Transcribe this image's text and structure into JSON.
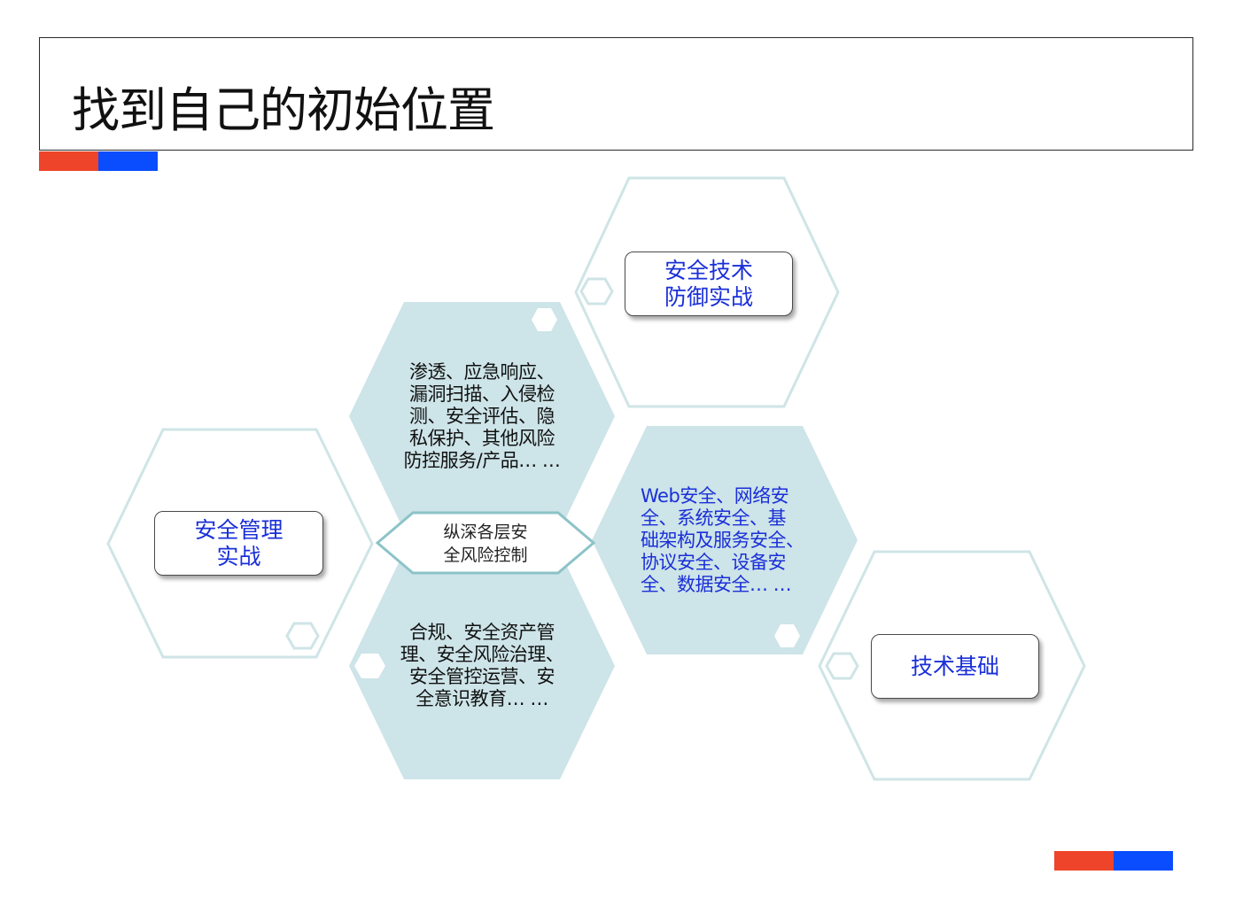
{
  "slide": {
    "title": "找到自己的初始位置"
  },
  "colors": {
    "accent_red": "#ee4429",
    "accent_blue": "#0a4dff",
    "hex_fill": "#cde4e8",
    "hex_outline": "#cfe4e6",
    "label_text": "#1a2fd8"
  },
  "diagram": {
    "label_tech_defense": "安全技术\n防御实战",
    "label_mgmt": "安全管理\n实战",
    "label_tech_base": "技术基础",
    "center_label": "纵深各层安\n全风险控制",
    "top_hex_text": "渗透、应急响应、\n漏洞扫描、入侵检\n测、安全评估、隐\n私保护、其他风险\n防控服务/产品… …",
    "bottom_hex_text": "合规、安全资产管\n理、安全风险治理、\n安全管控运营、安\n全意识教育… …",
    "right_hex_text": "Web安全、网络安\n全、系统安全、基\n础架构及服务安全、\n协议安全、设备安\n全、数据安全… …"
  }
}
